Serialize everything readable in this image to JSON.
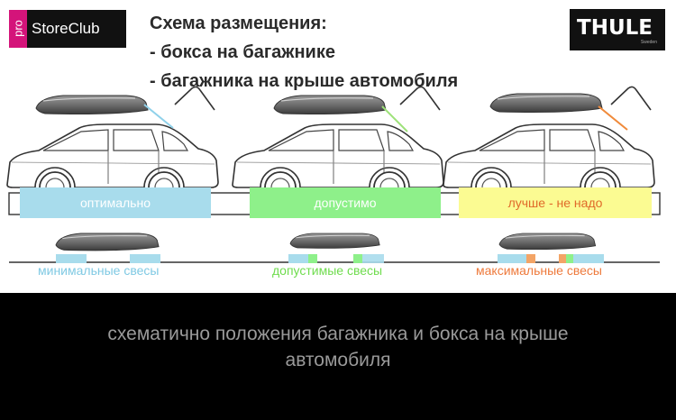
{
  "brand": {
    "pro": "pro",
    "storeclub": "StoreClub",
    "thule": "THULE",
    "thule_sub": "Sweden"
  },
  "title": {
    "line1": "Схема размещения:",
    "line2": "- бокса на багажнике",
    "line3": "- багажника на крыше автомобиля"
  },
  "zones": [
    {
      "label": "оптимально",
      "overhang": "минимальные свесы",
      "band_color": "#a8dcec",
      "label_color": "#ffffff",
      "overhang_color": "#7fc9e3",
      "arrow_color": "#8fd1ea"
    },
    {
      "label": "допустимо",
      "overhang": "допустимые свесы",
      "band_color": "#8ef08a",
      "label_color": "#ffffff",
      "overhang_color": "#6fdc4e",
      "arrow_color": "#9ee27a"
    },
    {
      "label": "лучше - не надо",
      "overhang": "максимальные свесы",
      "band_color": "#fbfb92",
      "label_color": "#e06a2a",
      "overhang_color": "#ee7a3c",
      "arrow_color": "#f08a3a"
    }
  ],
  "caption": {
    "line1": "схематично положения багажника и бокса на крыше",
    "line2": "автомобиля"
  }
}
